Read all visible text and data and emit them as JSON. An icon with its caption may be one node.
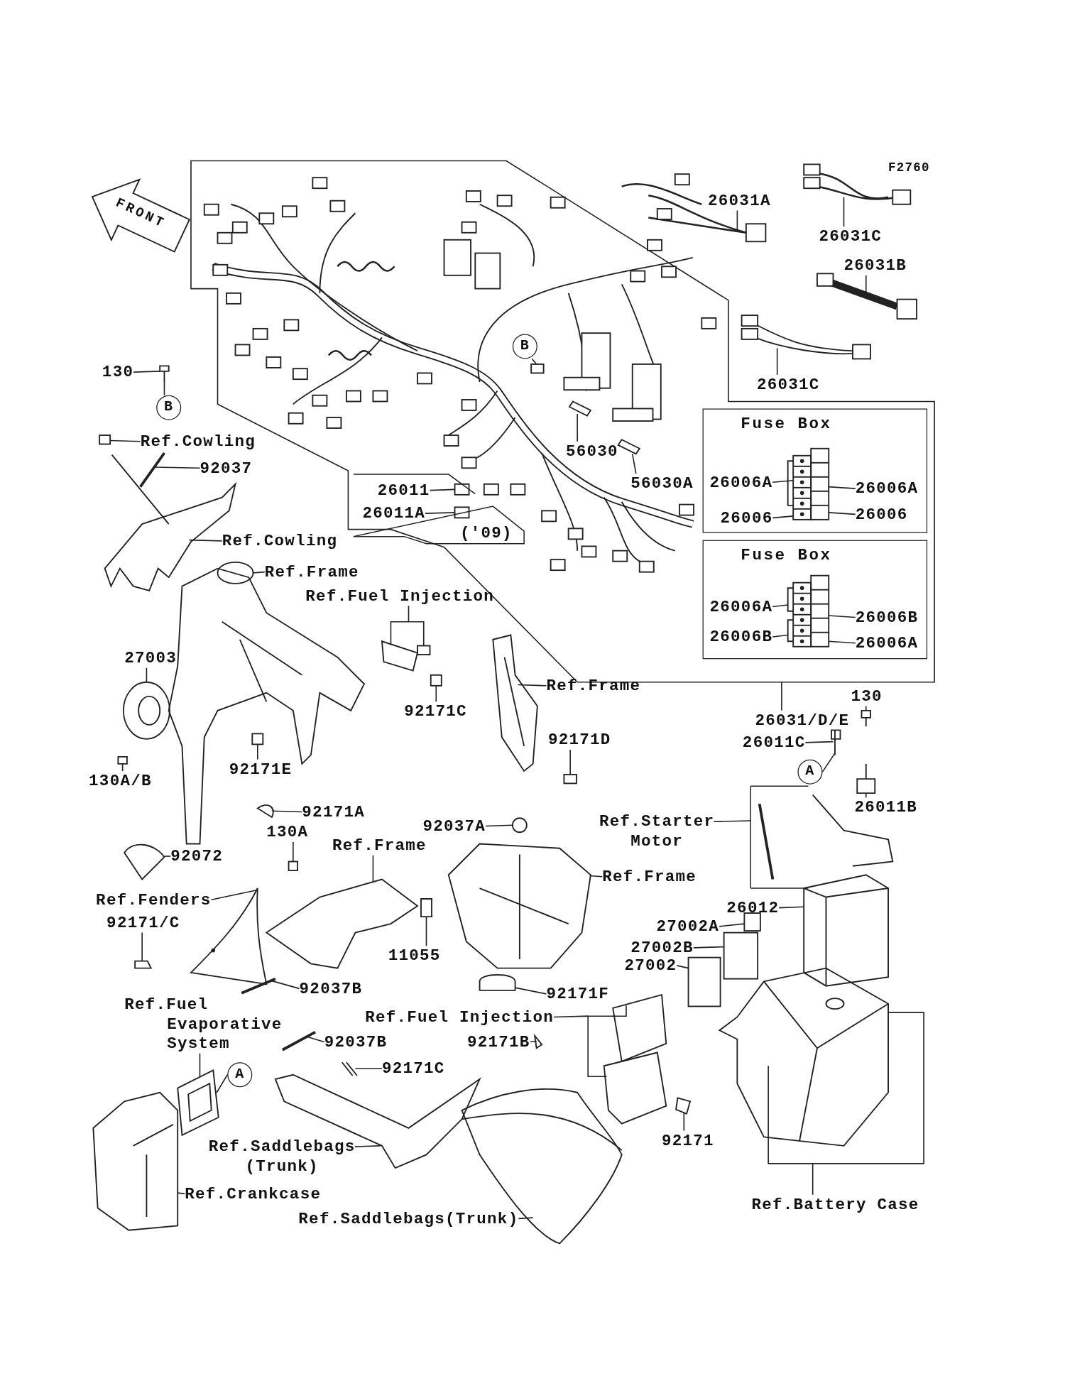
{
  "diagram": {
    "nodes": [
      {
        "text": [
          "26031A"
        ]
      },
      {
        "text": [
          "26031C"
        ]
      },
      {
        "text": [
          "26031B"
        ]
      },
      {
        "text": [
          "26031C"
        ]
      },
      {
        "text": [
          "130"
        ]
      },
      {
        "text": [
          "Ref.Cowling"
        ]
      },
      {
        "text": [
          "92037"
        ]
      },
      {
        "text": [
          "Ref.Cowling"
        ]
      },
      {
        "text": [
          "Ref.Frame"
        ]
      },
      {
        "text": [
          "Ref.Fuel Injection"
        ]
      },
      {
        "text": [
          "27003"
        ]
      },
      {
        "text": [
          "130A/B"
        ]
      },
      {
        "text": [
          "92171E"
        ]
      },
      {
        "text": [
          "92171C"
        ]
      },
      {
        "text": [
          "Ref.Frame"
        ]
      },
      {
        "text": [
          "92171D"
        ]
      },
      {
        "text": [
          "26031/D/E"
        ]
      },
      {
        "text": [
          "130"
        ]
      },
      {
        "text": [
          "26011C"
        ]
      },
      {
        "text": [
          "26011B"
        ]
      },
      {
        "text": [
          "Ref.Starter Motor"
        ]
      },
      {
        "text": [
          "92171A"
        ]
      },
      {
        "text": [
          "130A"
        ]
      },
      {
        "text": [
          "Ref.Frame"
        ]
      },
      {
        "text": [
          "92037A"
        ]
      },
      {
        "text": [
          "Ref.Frame"
        ]
      },
      {
        "text": [
          "92072"
        ]
      },
      {
        "text": [
          "Ref.Fenders"
        ]
      },
      {
        "text": [
          "92171/C"
        ]
      },
      {
        "text": [
          "11055"
        ]
      },
      {
        "text": [
          "26012"
        ]
      },
      {
        "text": [
          "27002A"
        ]
      },
      {
        "text": [
          "27002B"
        ]
      },
      {
        "text": [
          "27002"
        ]
      },
      {
        "text": [
          "92037B"
        ]
      },
      {
        "text": [
          "92171F"
        ]
      },
      {
        "text": [
          "Ref.Fuel Evaporative System"
        ]
      },
      {
        "text": [
          "Ref.Fuel Injection"
        ]
      },
      {
        "text": [
          "92037B"
        ]
      },
      {
        "text": [
          "92171B"
        ]
      },
      {
        "text": [
          "92171C"
        ]
      },
      {
        "text": [
          "92171"
        ]
      },
      {
        "text": [
          "Ref.Saddlebags (Trunk)"
        ]
      },
      {
        "text": [
          "Ref.Crankcase"
        ]
      },
      {
        "text": [
          "Ref.Saddlebags(Trunk)"
        ]
      },
      {
        "text": [
          "Ref.Battery Case"
        ]
      },
      {
        "text": [
          "56030"
        ]
      },
      {
        "text": [
          "56030A"
        ]
      },
      {
        "text": [
          "26011"
        ]
      },
      {
        "text": [
          "26011A"
        ]
      },
      {
        "text": [
          "Fuse Box"
        ]
      },
      {
        "text": [
          "26006A"
        ],
        "in": 50
      },
      {
        "text": [
          "26006A"
        ],
        "in": 50
      },
      {
        "text": [
          "26006"
        ],
        "in": 50
      },
      {
        "text": [
          "26006"
        ],
        "in": 50
      },
      {
        "text": [
          "Fuse Box"
        ]
      },
      {
        "text": [
          "26006A"
        ],
        "in": 55
      },
      {
        "text": [
          "26006B"
        ],
        "in": 55
      },
      {
        "text": [
          "26006B"
        ],
        "in": 55
      },
      {
        "text": [
          "26006A"
        ],
        "in": 55
      },
      {
        "text": [
          "B"
        ]
      },
      {
        "text": [
          "B"
        ]
      },
      {
        "text": [
          "A"
        ]
      },
      {
        "text": [
          "A"
        ]
      },
      {
        "text": [],
        "shape": "picture"
      },
      {
        "text": [],
        "shape": "picture"
      },
      {
        "text": [],
        "shape": "picture"
      },
      {
        "text": [],
        "shape": "picture"
      },
      {
        "text": [],
        "shape": "picture"
      },
      {
        "text": [],
        "shape": "box"
      },
      {
        "text": [],
        "shape": "picture"
      },
      {
        "text": [],
        "shape": "picture"
      },
      {
        "text": [],
        "shape": "picture"
      },
      {
        "text": [],
        "shape": "picture"
      },
      {
        "text": [],
        "shape": "picture"
      },
      {
        "text": [],
        "shape": "picture"
      },
      {
        "text": [],
        "shape": "picture"
      },
      {
        "text": [],
        "shape": "picture"
      },
      {
        "text": [],
        "shape": "picture"
      },
      {
        "text": [],
        "shape": "box"
      },
      {
        "text": [],
        "shape": "picture"
      },
      {
        "text": [],
        "shape": "picture"
      },
      {
        "text": [],
        "shape": "picture"
      },
      {
        "text": [],
        "shape": "picture"
      },
      {
        "text": [],
        "shape": "picture"
      },
      {
        "text": [],
        "shape": "box"
      },
      {
        "text": [],
        "shape": "picture"
      },
      {
        "text": [],
        "shape": "circle"
      },
      {
        "text": [],
        "shape": "picture"
      },
      {
        "text": [],
        "shape": "picture"
      },
      {
        "text": [],
        "shape": "picture"
      },
      {
        "text": [],
        "shape": "picture"
      },
      {
        "text": [],
        "shape": "picture"
      },
      {
        "text": [],
        "shape": "picture"
      },
      {
        "text": [],
        "shape": "box"
      },
      {
        "text": [],
        "shape": "box"
      },
      {
        "text": [],
        "shape": "box"
      },
      {
        "text": [],
        "shape": "picture"
      },
      {
        "text": [],
        "shape": "picture"
      },
      {
        "text": [],
        "shape": "picture"
      },
      {
        "text": [],
        "shape": "picture"
      },
      {
        "text": [],
        "shape": "picture"
      },
      {
        "text": [],
        "shape": "picture"
      },
      {
        "text": [],
        "shape": "picture"
      },
      {
        "text": [],
        "shape": "picture"
      },
      {
        "text": [],
        "shape": "picture"
      },
      {
        "text": [],
        "shape": "picture"
      },
      {
        "text": [],
        "shape": "picture"
      },
      {
        "text": [],
        "shape": "picture"
      },
      {
        "text": [],
        "shape": "picture"
      },
      {
        "text": [],
        "shape": "picture"
      },
      {
        "text": [],
        "shape": "box"
      },
      {
        "text": [],
        "shape": "box"
      },
      {
        "text": [],
        "shape": "picture",
        "in": 50
      },
      {
        "text": [],
        "shape": "picture",
        "in": 55
      },
      {
        "text": [],
        "shape": "box"
      }
    ],
    "edges": [
      {
        "from": 0,
        "to": 64,
        "arrow": "none"
      },
      {
        "from": 1,
        "to": 65,
        "arrow": "none"
      },
      {
        "from": 2,
        "to": 66,
        "arrow": "none"
      },
      {
        "from": 3,
        "to": 67,
        "arrow": "none"
      },
      {
        "from": 4,
        "to": 68,
        "arrow": "none"
      },
      {
        "from": 5,
        "to": 69,
        "arrow": "none"
      },
      {
        "from": 6,
        "to": 70,
        "arrow": "none"
      },
      {
        "from": 7,
        "to": 71,
        "arrow": "none"
      },
      {
        "from": 8,
        "to": 72,
        "arrow": "none"
      },
      {
        "from": 9,
        "to": 73,
        "arrow": "none"
      },
      {
        "from": 10,
        "to": 74,
        "arrow": "none"
      },
      {
        "from": 11,
        "to": 75,
        "arrow": "none"
      },
      {
        "from": 12,
        "to": 76,
        "arrow": "none"
      },
      {
        "from": 13,
        "to": 77,
        "arrow": "none"
      },
      {
        "from": 14,
        "to": 78,
        "arrow": "none"
      },
      {
        "from": 15,
        "to": 79,
        "arrow": "none"
      },
      {
        "from": 16,
        "to": null,
        "arrow": "none"
      },
      {
        "from": 17,
        "to": 80,
        "arrow": "none"
      },
      {
        "from": 18,
        "to": 81,
        "arrow": "none"
      },
      {
        "from": 19,
        "to": 82,
        "arrow": "none"
      },
      {
        "from": 20,
        "to": 83,
        "arrow": "none"
      },
      {
        "from": 21,
        "to": 84,
        "arrow": "none"
      },
      {
        "from": 22,
        "to": 85,
        "arrow": "none"
      },
      {
        "from": 23,
        "to": 86,
        "arrow": "none"
      },
      {
        "from": 24,
        "to": 87,
        "arrow": "none"
      },
      {
        "from": 25,
        "to": 88,
        "arrow": "none"
      },
      {
        "from": 26,
        "to": 89,
        "arrow": "none"
      },
      {
        "from": 27,
        "to": 90,
        "arrow": "none"
      },
      {
        "from": 28,
        "to": 91,
        "arrow": "none"
      },
      {
        "from": 29,
        "to": 92,
        "arrow": "none"
      },
      {
        "from": 30,
        "to": 93,
        "arrow": "none"
      },
      {
        "from": 31,
        "to": 94,
        "arrow": "none"
      },
      {
        "from": 32,
        "to": 95,
        "arrow": "none"
      },
      {
        "from": 33,
        "to": 96,
        "arrow": "none"
      },
      {
        "from": 34,
        "to": 97,
        "arrow": "none"
      },
      {
        "from": 35,
        "to": 98,
        "arrow": "none"
      },
      {
        "from": 36,
        "to": 99,
        "arrow": "none"
      },
      {
        "from": 37,
        "to": 100,
        "arrow": "none"
      },
      {
        "from": 38,
        "to": 101,
        "arrow": "none"
      },
      {
        "from": 39,
        "to": 102,
        "arrow": "none"
      },
      {
        "from": 40,
        "to": 103,
        "arrow": "none"
      },
      {
        "from": 41,
        "to": 104,
        "arrow": "none"
      },
      {
        "from": 42,
        "to": 105,
        "arrow": "none"
      },
      {
        "from": 43,
        "to": 106,
        "arrow": "none"
      },
      {
        "from": 44,
        "to": 107,
        "arrow": "none"
      },
      {
        "from": 45,
        "to": 108,
        "arrow": "none"
      },
      {
        "from": 46,
        "to": 109,
        "arrow": "none"
      },
      {
        "from": 47,
        "to": 110,
        "arrow": "none"
      },
      {
        "from": 48,
        "to": 111,
        "arrow": "none"
      },
      {
        "from": 49,
        "to": 112,
        "arrow": "none"
      },
      {
        "from": 51,
        "to": 113,
        "arrow": "none"
      },
      {
        "from": 52,
        "to": 113,
        "arrow": "none"
      },
      {
        "from": 53,
        "to": 113,
        "arrow": "none"
      },
      {
        "from": 54,
        "to": 113,
        "arrow": "none"
      },
      {
        "from": 56,
        "to": 114,
        "arrow": "none"
      },
      {
        "from": 57,
        "to": 114,
        "arrow": "none"
      },
      {
        "from": 58,
        "to": 114,
        "arrow": "none"
      },
      {
        "from": 59,
        "to": 114,
        "arrow": "none"
      },
      {
        "from": 60,
        "to": 68,
        "arrow": "none"
      },
      {
        "from": 61,
        "to": 115,
        "arrow": "none"
      },
      {
        "from": 62,
        "to": 81,
        "arrow": "none"
      },
      {
        "from": 63,
        "to": 99,
        "arrow": "none"
      }
    ],
    "labels": [
      "F2760",
      "FRONT",
      "('09)"
    ]
  }
}
